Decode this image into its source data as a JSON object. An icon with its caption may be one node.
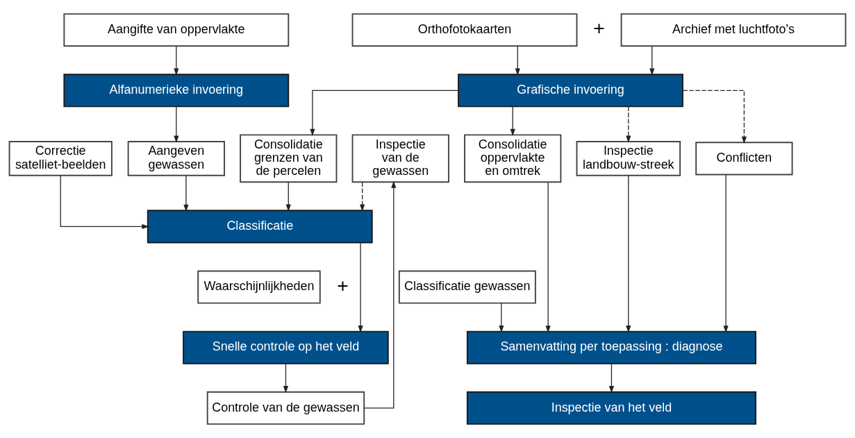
{
  "diagram": {
    "nodes": [
      {
        "text": [
          "Aangifte van oppervlakte"
        ]
      },
      {
        "text": [
          "Orthofotokaarten"
        ]
      },
      {
        "text": [
          "Archief met luchtfoto's"
        ]
      },
      {
        "text": [
          "Alfanumerieke invoering"
        ]
      },
      {
        "text": [
          "Grafische invoering"
        ]
      },
      {
        "text": [
          "Correctie satelliet-beelden"
        ]
      },
      {
        "text": [
          "Aangeven gewassen"
        ]
      },
      {
        "text": [
          "Consolidatie grenzen van de percelen"
        ]
      },
      {
        "text": [
          "Inspectie van de gewassen"
        ]
      },
      {
        "text": [
          "Consolidatie oppervlakte en omtrek"
        ]
      },
      {
        "text": [
          "Inspectie landbouw-streek"
        ]
      },
      {
        "text": [
          "Conflicten"
        ]
      },
      {
        "text": [
          "Classificatie"
        ]
      },
      {
        "text": [
          "Waarschijnlijkheden"
        ]
      },
      {
        "text": [
          "Classificatie gewassen"
        ]
      },
      {
        "text": [
          "Snelle controle op het veld"
        ]
      },
      {
        "text": [
          "Controle van de gewassen"
        ]
      },
      {
        "text": [
          "Samenvatting per toepassing : diagnose"
        ]
      },
      {
        "text": [
          "Inspectie van het veld"
        ]
      }
    ],
    "edges": [
      {
        "from": 0,
        "to": 3,
        "arrow": "to"
      },
      {
        "from": 1,
        "to": 4,
        "arrow": "to"
      },
      {
        "from": 2,
        "to": 4,
        "arrow": "to"
      },
      {
        "from": 3,
        "to": 6,
        "arrow": "to"
      },
      {
        "from": 4,
        "to": 7,
        "arrow": "to"
      },
      {
        "from": 4,
        "to": 9,
        "arrow": "to"
      },
      {
        "from": 4,
        "to": 10,
        "arrow": "to",
        "style": "dashed"
      },
      {
        "from": 4,
        "to": 11,
        "arrow": "to",
        "style": "dashed"
      },
      {
        "from": 5,
        "to": 12,
        "arrow": "to"
      },
      {
        "from": 6,
        "to": 12,
        "arrow": "to"
      },
      {
        "from": 7,
        "to": 12,
        "arrow": "to"
      },
      {
        "from": 8,
        "to": 12,
        "arrow": "to",
        "style": "dashed"
      },
      {
        "from": 12,
        "to": 15,
        "arrow": "to"
      },
      {
        "from": 14,
        "to": 17,
        "arrow": "to"
      },
      {
        "from": 15,
        "to": 16,
        "arrow": "to"
      },
      {
        "from": 16,
        "to": 8,
        "arrow": "to"
      },
      {
        "from": 9,
        "to": 17,
        "arrow": "to"
      },
      {
        "from": 10,
        "to": 17,
        "arrow": "to"
      },
      {
        "from": 11,
        "to": 17,
        "arrow": "to"
      },
      {
        "from": 17,
        "to": 18,
        "arrow": "to"
      }
    ],
    "labels": [
      "+",
      "+"
    ]
  }
}
